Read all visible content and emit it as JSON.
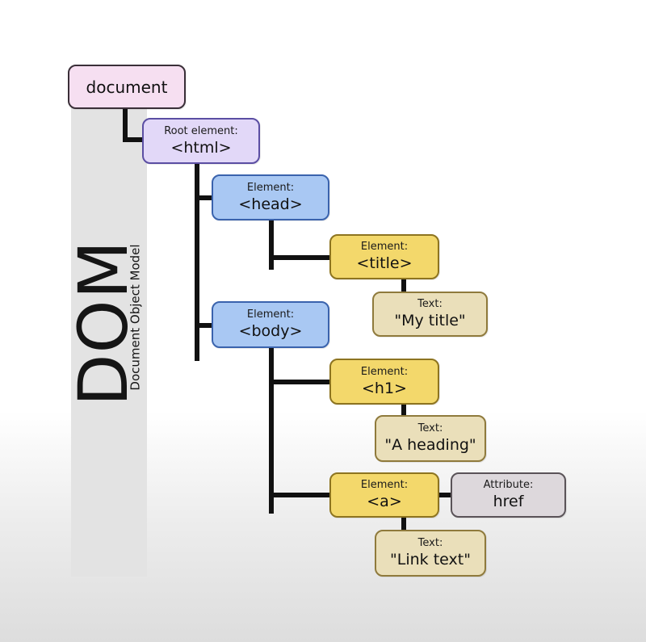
{
  "sidebar": {
    "acronym": "DOM",
    "full_name": "Document Object Model"
  },
  "tree": {
    "document": {
      "label": "document"
    },
    "html": {
      "kind": "Root element:",
      "tag": "<html>"
    },
    "head": {
      "kind": "Element:",
      "tag": "<head>"
    },
    "title": {
      "kind": "Element:",
      "tag": "<title>"
    },
    "title_text": {
      "kind": "Text:",
      "value": "\"My title\""
    },
    "body": {
      "kind": "Element:",
      "tag": "<body>"
    },
    "h1": {
      "kind": "Element:",
      "tag": "<h1>"
    },
    "h1_text": {
      "kind": "Text:",
      "value": "\"A heading\""
    },
    "a": {
      "kind": "Element:",
      "tag": "<a>"
    },
    "a_attribute": {
      "kind": "Attribute:",
      "value": "href"
    },
    "a_text": {
      "kind": "Text:",
      "value": "\"Link text\""
    }
  },
  "colors": {
    "document": "#f6dff1",
    "root": "#e2d8f8",
    "element_blue": "#a9c8f3",
    "element_gold": "#f3d86b",
    "text": "#eadfba",
    "attribute": "#ddd8dc",
    "connector": "#111111"
  }
}
